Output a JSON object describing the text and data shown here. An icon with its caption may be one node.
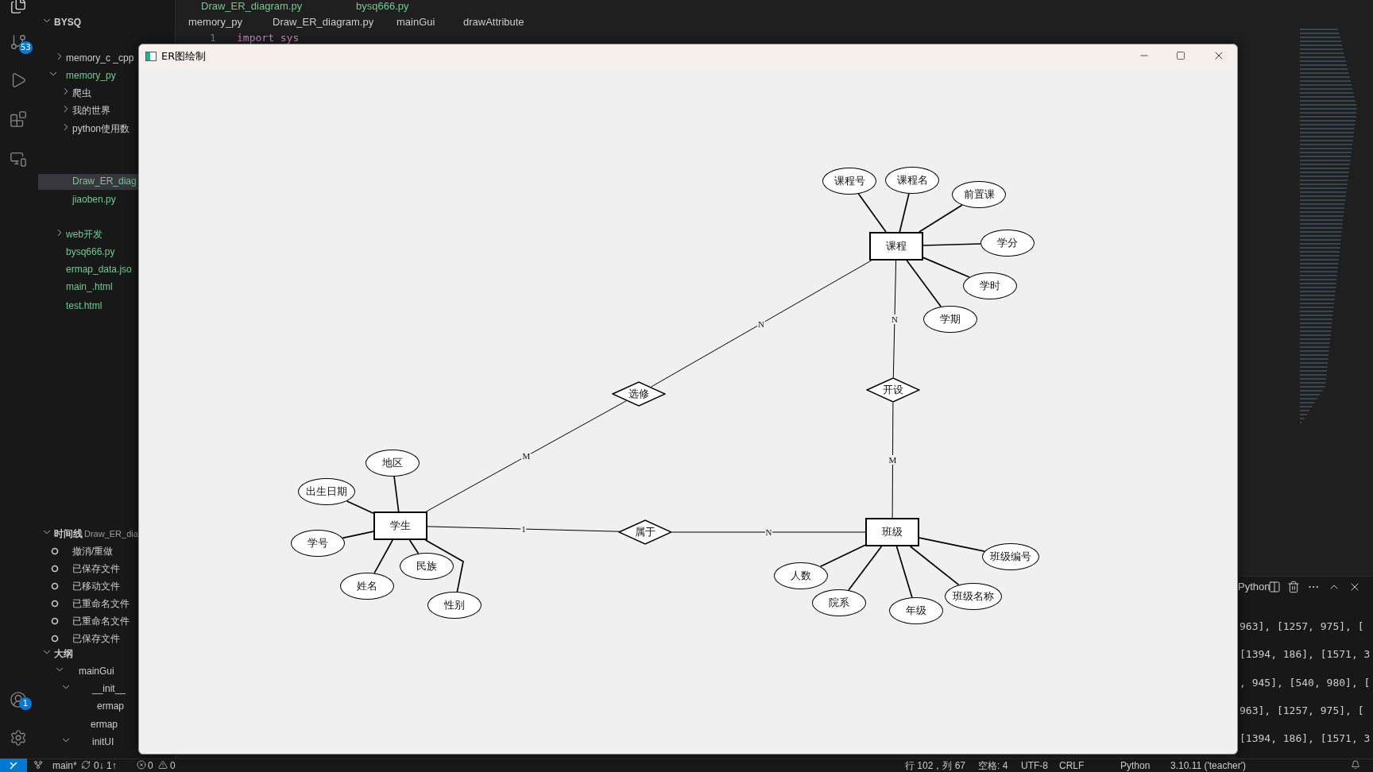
{
  "diagram": {
    "nodes": [
      {
        "text": [
          "课程号"
        ]
      },
      {
        "text": [
          "课程名"
        ]
      },
      {
        "text": [
          "前置课"
        ]
      },
      {
        "text": [
          "课程"
        ]
      },
      {
        "text": [
          "学分"
        ]
      },
      {
        "text": [
          "学时"
        ]
      },
      {
        "text": [
          "学期"
        ]
      },
      {
        "text": [
          "开设"
        ]
      },
      {
        "text": [
          "选修"
        ]
      },
      {
        "text": [
          "地区"
        ]
      },
      {
        "text": [
          "出生日期"
        ]
      },
      {
        "text": [
          "学生"
        ]
      },
      {
        "text": [
          "属于"
        ]
      },
      {
        "text": [
          "班级"
        ]
      },
      {
        "text": [
          "学号"
        ]
      },
      {
        "text": [
          "民族"
        ]
      },
      {
        "text": [
          "姓名"
        ]
      },
      {
        "text": [
          "班级编号"
        ]
      },
      {
        "text": [
          "人数"
        ]
      },
      {
        "text": [
          "性别"
        ]
      },
      {
        "text": [
          "班级名称"
        ]
      },
      {
        "text": [
          "院系"
        ]
      },
      {
        "text": [
          "年级"
        ]
      }
    ],
    "edges": [
      {
        "from": 0,
        "to": 3,
        "arrow": "none"
      },
      {
        "from": 1,
        "to": 3,
        "arrow": "none"
      },
      {
        "from": 2,
        "to": 3,
        "arrow": "none"
      },
      {
        "from": 4,
        "to": 3,
        "arrow": "none"
      },
      {
        "from": 5,
        "to": 3,
        "arrow": "none"
      },
      {
        "from": 6,
        "to": 3,
        "arrow": "none"
      },
      {
        "from": 9,
        "to": 11,
        "arrow": "none"
      },
      {
        "from": 10,
        "to": 11,
        "arrow": "none"
      },
      {
        "from": 14,
        "to": 11,
        "arrow": "none"
      },
      {
        "from": 16,
        "to": 11,
        "arrow": "none"
      },
      {
        "from": 15,
        "to": 11,
        "arrow": "none"
      },
      {
        "from": 19,
        "to": 11,
        "arrow": "none"
      },
      {
        "from": 18,
        "to": 13,
        "arrow": "none"
      },
      {
        "from": 21,
        "to": 13,
        "arrow": "none"
      },
      {
        "from": 22,
        "to": 13,
        "arrow": "none"
      },
      {
        "from": 20,
        "to": 13,
        "arrow": "none"
      },
      {
        "from": 17,
        "to": 13,
        "arrow": "none"
      },
      {
        "from": 11,
        "to": 8,
        "arrow": "none",
        "label": "M"
      },
      {
        "from": 8,
        "to": 3,
        "arrow": "none",
        "label": "N"
      },
      {
        "from": 3,
        "to": 7,
        "arrow": "none",
        "label": "N"
      },
      {
        "from": 7,
        "to": 13,
        "arrow": "none",
        "label": "M"
      },
      {
        "from": 11,
        "to": 12,
        "arrow": "none",
        "label": "1"
      },
      {
        "from": 12,
        "to": 13,
        "arrow": "none",
        "label": "N"
      }
    ],
    "labels": [
      "ER图绘制",
      "Draw_ER_diagram.py",
      "bysq666.py",
      "BYSQ",
      "memory_c _cpp",
      "memory_py",
      "爬虫",
      "我的世界",
      "python使用数",
      "Draw_ER_diag",
      "jiaoben.py",
      "web开发",
      "bysq666.py",
      "ermap_data.jso",
      "main_.html",
      "test.html",
      "memory_py",
      "Draw_ER_diagram.py",
      "mainGui",
      "drawAttribute",
      "1",
      "import sys",
      "53",
      "时间线",
      "Draw_ER_dia",
      "撤消/重做",
      "已保存文件",
      "已移动文件",
      "已重命名文件",
      "已重命名文件",
      "已保存文件",
      "大纲",
      "mainGui",
      "__init__",
      "ermap",
      "ermap",
      "initUI",
      "1",
      "Python",
      "963], [1257, 975], [",
      "[1394, 186], [1571, 3",
      ", 945], [540, 980], [",
      "963], [1257, 975], [",
      "[1394, 186], [1571, 3",
      "main*",
      "0↓ 1↑",
      "0",
      "0",
      "行 102，列 67",
      "空格: 4",
      "UTF-8",
      "CRLF",
      "Python",
      "3.10.11 ('teacher')"
    ]
  }
}
